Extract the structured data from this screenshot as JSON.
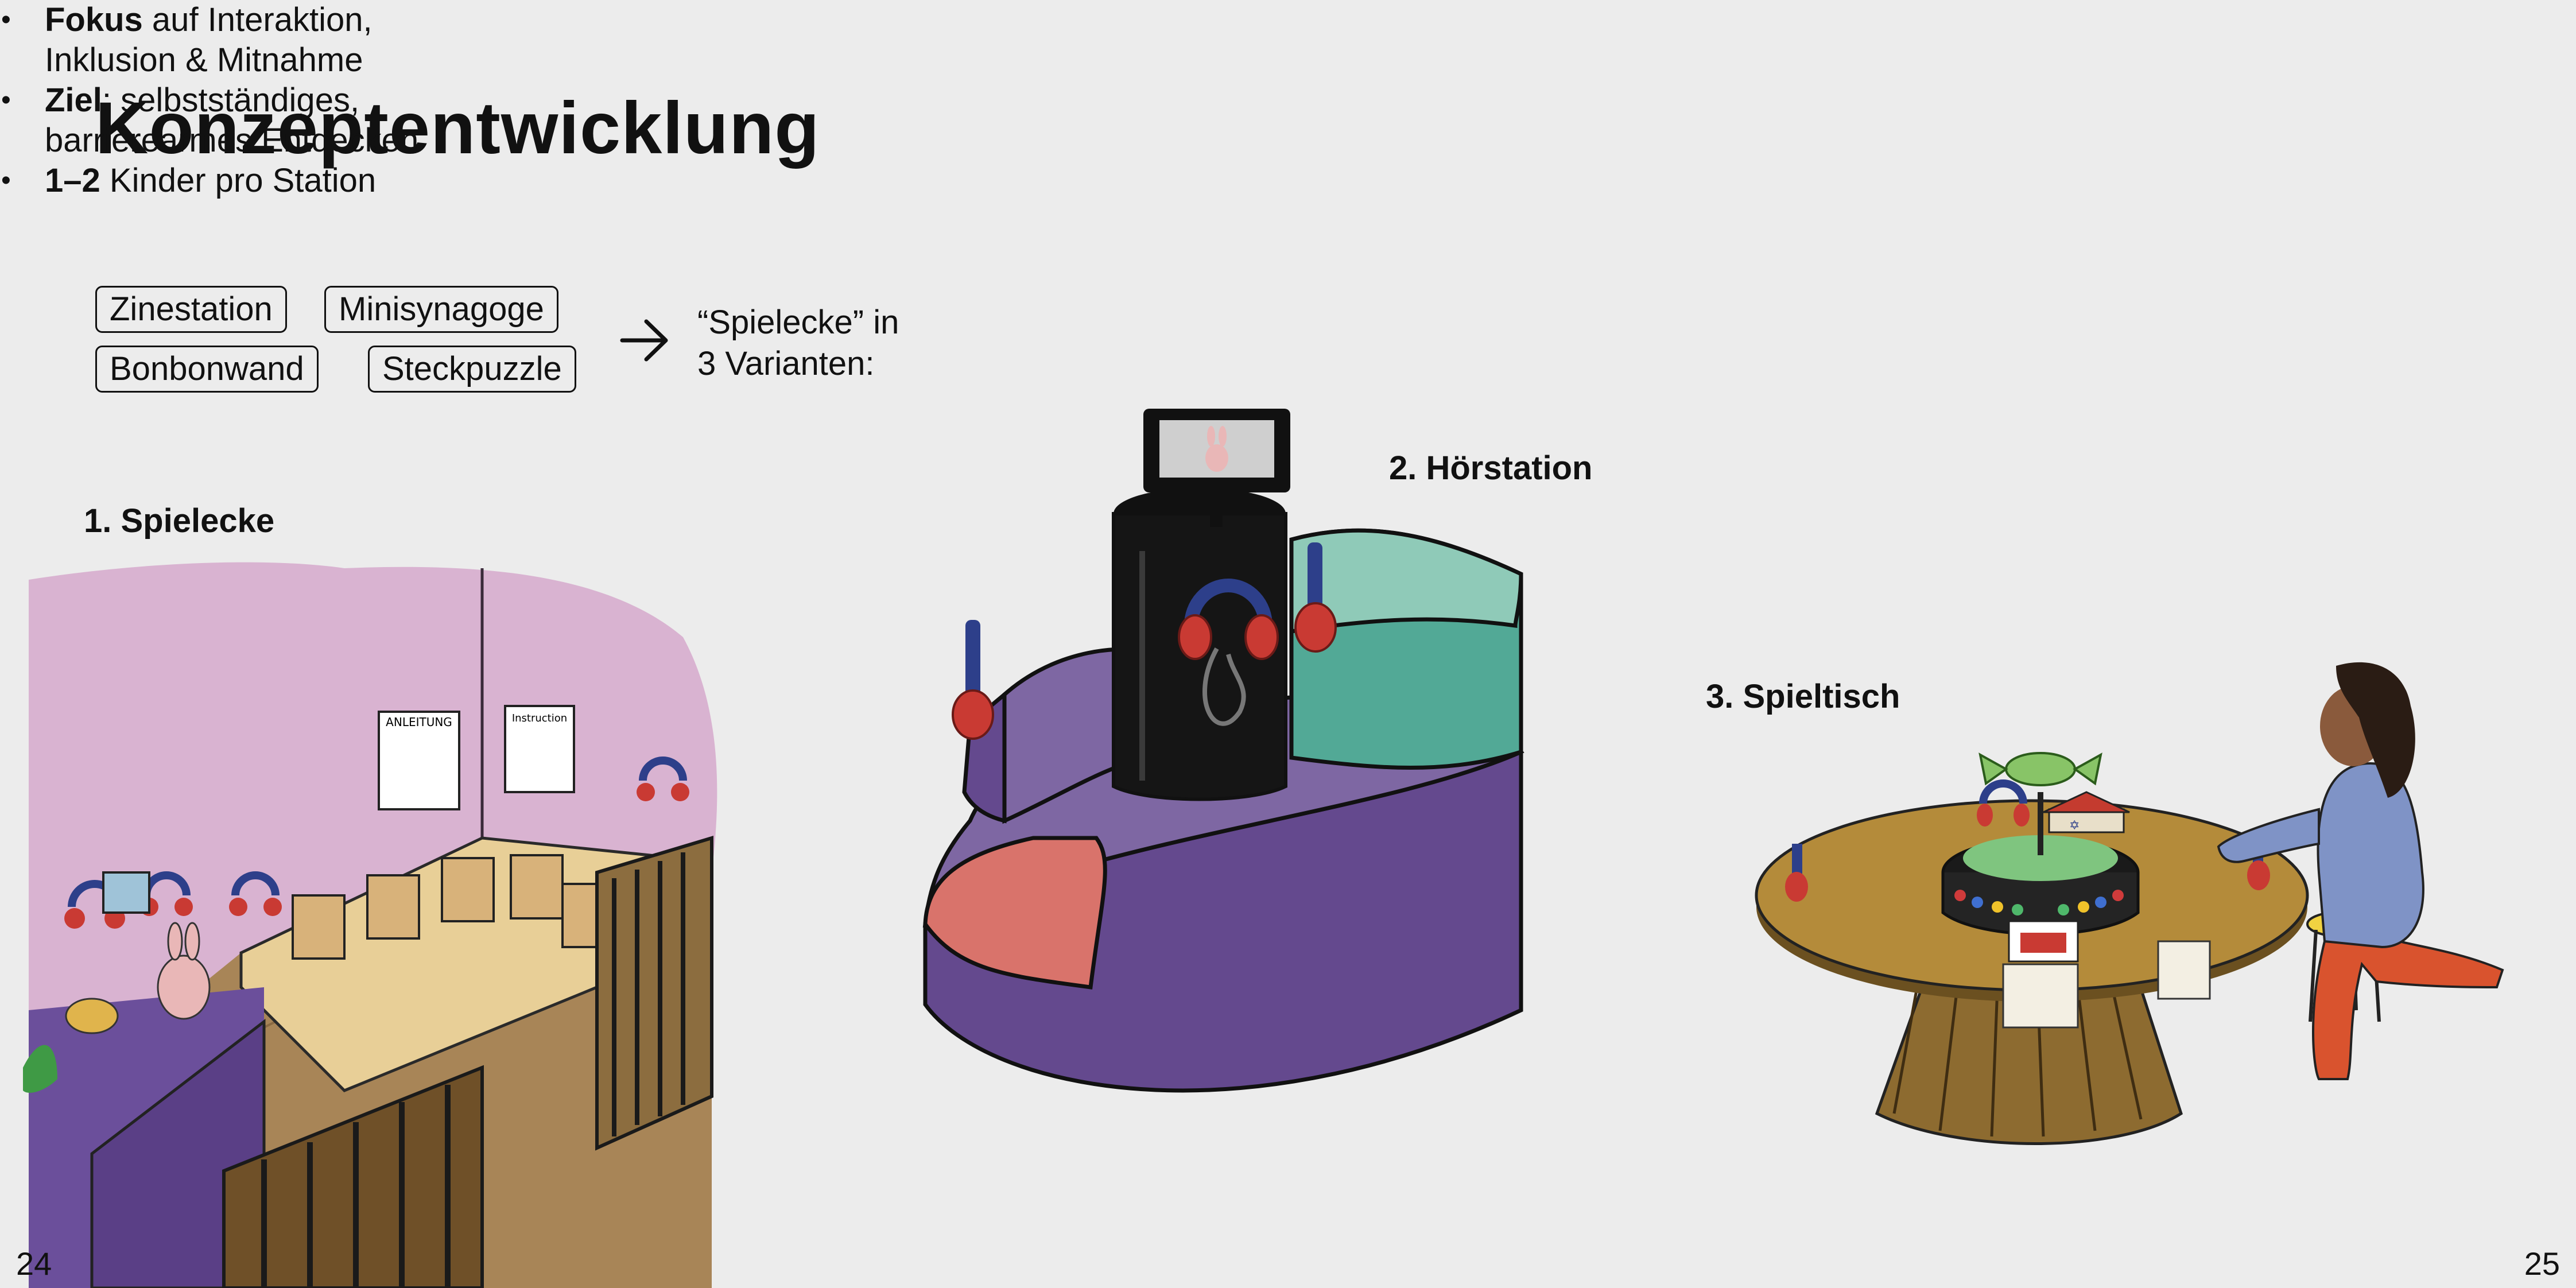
{
  "page": {
    "title": "Konzeptentwicklung",
    "tags": [
      "Zinestation",
      "Minisynagoge",
      "Bonbonwand",
      "Steckpuzzle"
    ],
    "variants_text": [
      "“Spielecke” in",
      "3 Varianten:"
    ],
    "bullets": [
      {
        "bold": "Fokus",
        "text": " auf Interaktion,",
        "line2": "Inklusion & Mitnahme"
      },
      {
        "bold": "Ziel",
        "text": ": selbstständiges,",
        "line2": "barrierearmes Entdecken"
      },
      {
        "bold": "1–2",
        "text": " Kinder pro Station",
        "line2": ""
      }
    ],
    "stations": [
      {
        "label": "1. Spielecke"
      },
      {
        "label": "2. Hörstation"
      },
      {
        "label": "3. Spieltisch"
      }
    ],
    "poster_labels": [
      "ANLEITUNG",
      "Instruction"
    ],
    "page_left": "24",
    "page_right": "25"
  },
  "colors": {
    "background": "#ececec",
    "purple": "#64498e",
    "purple_light": "#7e67a3",
    "teal": "#52a996",
    "teal_light": "#8fcab8",
    "salmon": "#d9736b",
    "pink_wall": "#dbb6d4",
    "wood": "#c8a875",
    "table": "#b48b3a"
  },
  "icons": [
    "right-arrow-icon",
    "headphones-icon",
    "bunny-icon",
    "candy-icon",
    "star-of-david-icon"
  ]
}
